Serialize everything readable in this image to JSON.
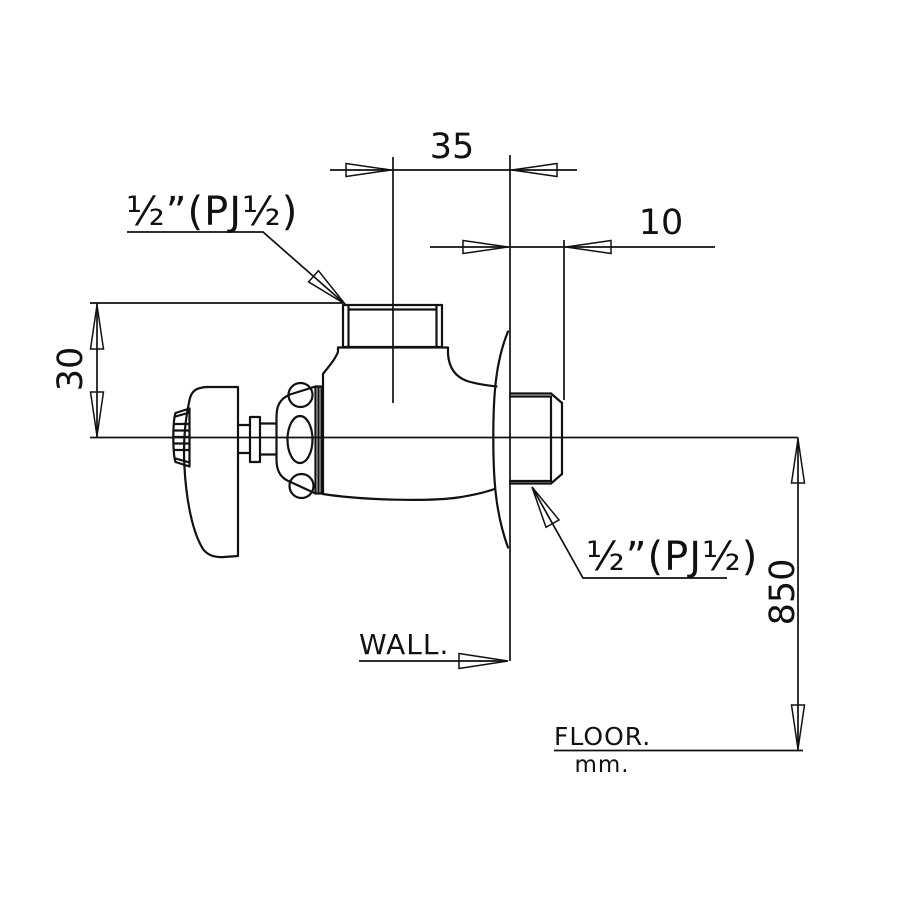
{
  "drawing": {
    "connection_labels": {
      "top_inlet": "½”(PJ½)",
      "wall_inlet": "½”(PJ½)"
    },
    "dimensions": {
      "center_to_wall": "35",
      "nipple_projection": "10",
      "inlet_above_center": "30",
      "center_above_floor": "850"
    },
    "reference_labels": {
      "wall": "WALL.",
      "floor": "FLOOR.",
      "units": "mm."
    },
    "colors": {
      "line": "#111111",
      "background": "#ffffff"
    }
  }
}
